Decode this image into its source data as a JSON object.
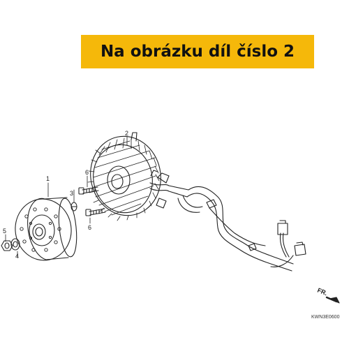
{
  "banner": {
    "text": "Na obrázku díl číslo 2",
    "background": "#f5b80a"
  },
  "callouts": [
    {
      "id": "1",
      "label": "1"
    },
    {
      "id": "2",
      "label": "2"
    },
    {
      "id": "3",
      "label": "3"
    },
    {
      "id": "4",
      "label": "4"
    },
    {
      "id": "5",
      "label": "5"
    },
    {
      "id": "6a",
      "label": "6"
    },
    {
      "id": "6b",
      "label": "6"
    }
  ],
  "direction_label": "FR.",
  "drawing_code": "KWN3E0600",
  "icons": {
    "direction": "front-direction-arrow-icon"
  }
}
